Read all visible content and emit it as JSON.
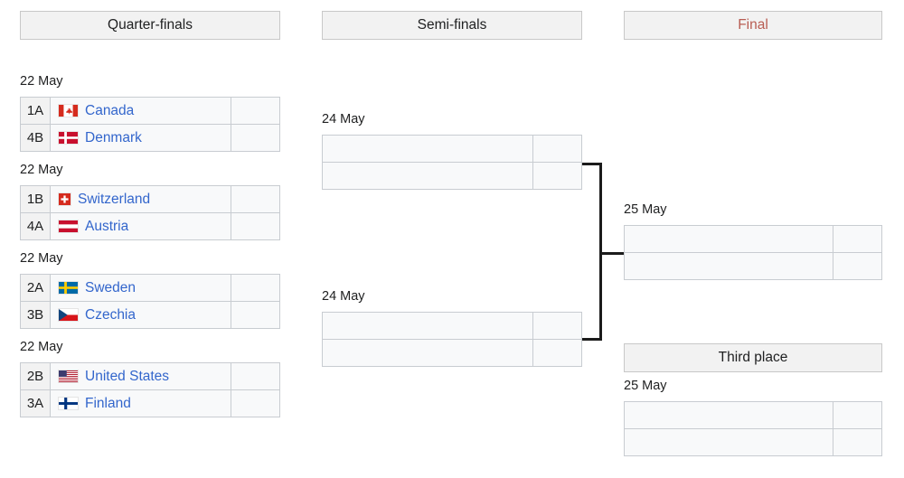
{
  "page": {
    "title": "Tournament knockout bracket",
    "link_color": "#3366cc",
    "header_bg": "#f2f2f2",
    "cell_bg": "#f8f9fa",
    "border_color": "#c8ccd1",
    "connector_color": "#1b1b1b",
    "final_label_color": "#b85c52"
  },
  "rounds": [
    {
      "id": "quarter-finals",
      "label": "Quarter-finals",
      "style": "normal"
    },
    {
      "id": "semi-finals",
      "label": "Semi-finals",
      "style": "normal"
    },
    {
      "id": "final",
      "label": "Final",
      "style": "red-link"
    },
    {
      "id": "third-place",
      "label": "Third place",
      "style": "normal"
    }
  ],
  "quarter_finals": [
    {
      "date": "22 May",
      "rows": [
        {
          "seed": "1A",
          "team": "Canada",
          "flag": "flag-canada",
          "score": ""
        },
        {
          "seed": "4B",
          "team": "Denmark",
          "flag": "flag-denmark",
          "score": ""
        }
      ]
    },
    {
      "date": "22 May",
      "rows": [
        {
          "seed": "1B",
          "team": "Switzerland",
          "flag": "flag-switzerland",
          "score": ""
        },
        {
          "seed": "4A",
          "team": "Austria",
          "flag": "flag-austria",
          "score": ""
        }
      ]
    },
    {
      "date": "22 May",
      "rows": [
        {
          "seed": "2A",
          "team": "Sweden",
          "flag": "flag-sweden",
          "score": ""
        },
        {
          "seed": "3B",
          "team": "Czechia",
          "flag": "flag-czechia",
          "score": ""
        }
      ]
    },
    {
      "date": "22 May",
      "rows": [
        {
          "seed": "2B",
          "team": "United States",
          "flag": "flag-united-states",
          "score": ""
        },
        {
          "seed": "3A",
          "team": "Finland",
          "flag": "flag-finland",
          "score": ""
        }
      ]
    }
  ],
  "semi_finals": [
    {
      "date": "24 May",
      "rows": [
        {
          "seed": "",
          "team": "",
          "flag": "",
          "score": ""
        },
        {
          "seed": "",
          "team": "",
          "flag": "",
          "score": ""
        }
      ]
    },
    {
      "date": "24 May",
      "rows": [
        {
          "seed": "",
          "team": "",
          "flag": "",
          "score": ""
        },
        {
          "seed": "",
          "team": "",
          "flag": "",
          "score": ""
        }
      ]
    }
  ],
  "final": {
    "date": "25 May",
    "rows": [
      {
        "seed": "",
        "team": "",
        "flag": "",
        "score": ""
      },
      {
        "seed": "",
        "team": "",
        "flag": "",
        "score": ""
      }
    ]
  },
  "third_place": {
    "date": "25 May",
    "rows": [
      {
        "seed": "",
        "team": "",
        "flag": "",
        "score": ""
      },
      {
        "seed": "",
        "team": "",
        "flag": "",
        "score": ""
      }
    ]
  }
}
